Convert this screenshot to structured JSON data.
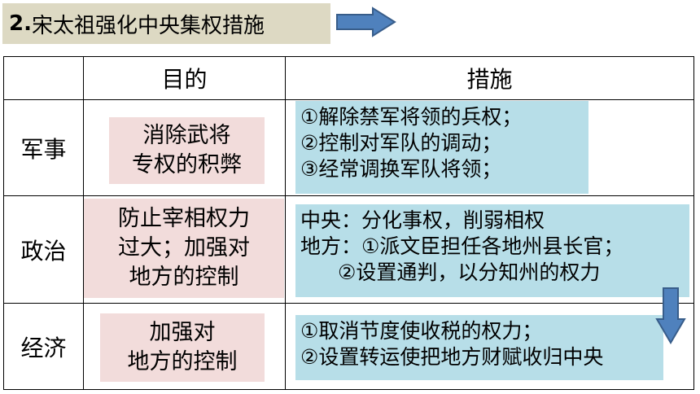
{
  "title": {
    "number": "2.",
    "text": "宋太祖强化中央集权措施"
  },
  "colors": {
    "title_bg": "#ddd9c3",
    "purpose_bg": "#f2dcdb",
    "measure_bg": "#b7dee8",
    "arrow": "#4f81bd"
  },
  "icons": {
    "title_arrow": "arrow-right-icon",
    "flow_arrow": "arrow-down-icon"
  },
  "table": {
    "headers": [
      "",
      "目的",
      "措施"
    ],
    "rows": [
      {
        "category": "军事",
        "purpose": [
          "消除武将",
          "专权的积弊"
        ],
        "measures": [
          "①解除禁军将领的兵权；",
          "②控制对军队的调动；",
          "③经常调换军队将领；"
        ]
      },
      {
        "category": "政治",
        "purpose": [
          "防止宰相权力",
          "过大；加强对",
          "地方的控制"
        ],
        "measures": [
          "中央：分化事权，削弱相权",
          "地方：①派文臣担任各地州县长官；",
          "②设置通判，以分知州的权力"
        ]
      },
      {
        "category": "经济",
        "purpose": [
          "加强对",
          "地方的控制"
        ],
        "measures": [
          "①取消节度使收税的权力；",
          "②设置转运使把地方财赋收归中央"
        ]
      }
    ]
  }
}
